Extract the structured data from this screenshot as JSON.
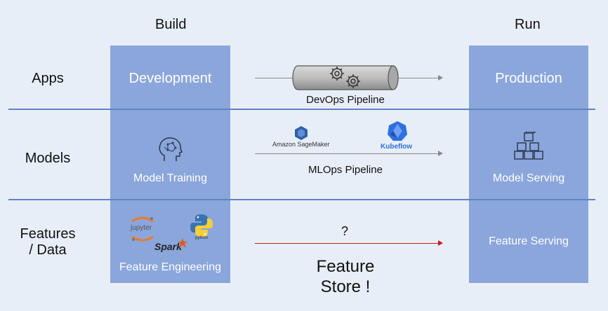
{
  "columns": {
    "build": "Build",
    "run": "Run"
  },
  "rows": {
    "apps": "Apps",
    "models": "Models",
    "features_line1": "Features",
    "features_line2": "/ Data"
  },
  "build_column": {
    "development": "Development",
    "model_training": "Model Training",
    "feature_engineering": "Feature Engineering",
    "logos": {
      "jupyter": "jupyter",
      "spark": "Spark",
      "python": "python"
    }
  },
  "run_column": {
    "production": "Production",
    "model_serving": "Model Serving",
    "feature_serving": "Feature Serving"
  },
  "pipelines": {
    "devops": "DevOps Pipeline",
    "mlops": "MLOps Pipeline",
    "sagemaker": "Amazon SageMaker",
    "kubeflow": "Kubeflow",
    "question": "?",
    "feature_store_line1": "Feature",
    "feature_store_line2": "Store !"
  },
  "colors": {
    "background": "#e8eef7",
    "box": "#8aa6db",
    "divider": "#5f84c5",
    "red_arrow": "#c81e1e",
    "kubeflow_blue": "#2f6fe0"
  }
}
